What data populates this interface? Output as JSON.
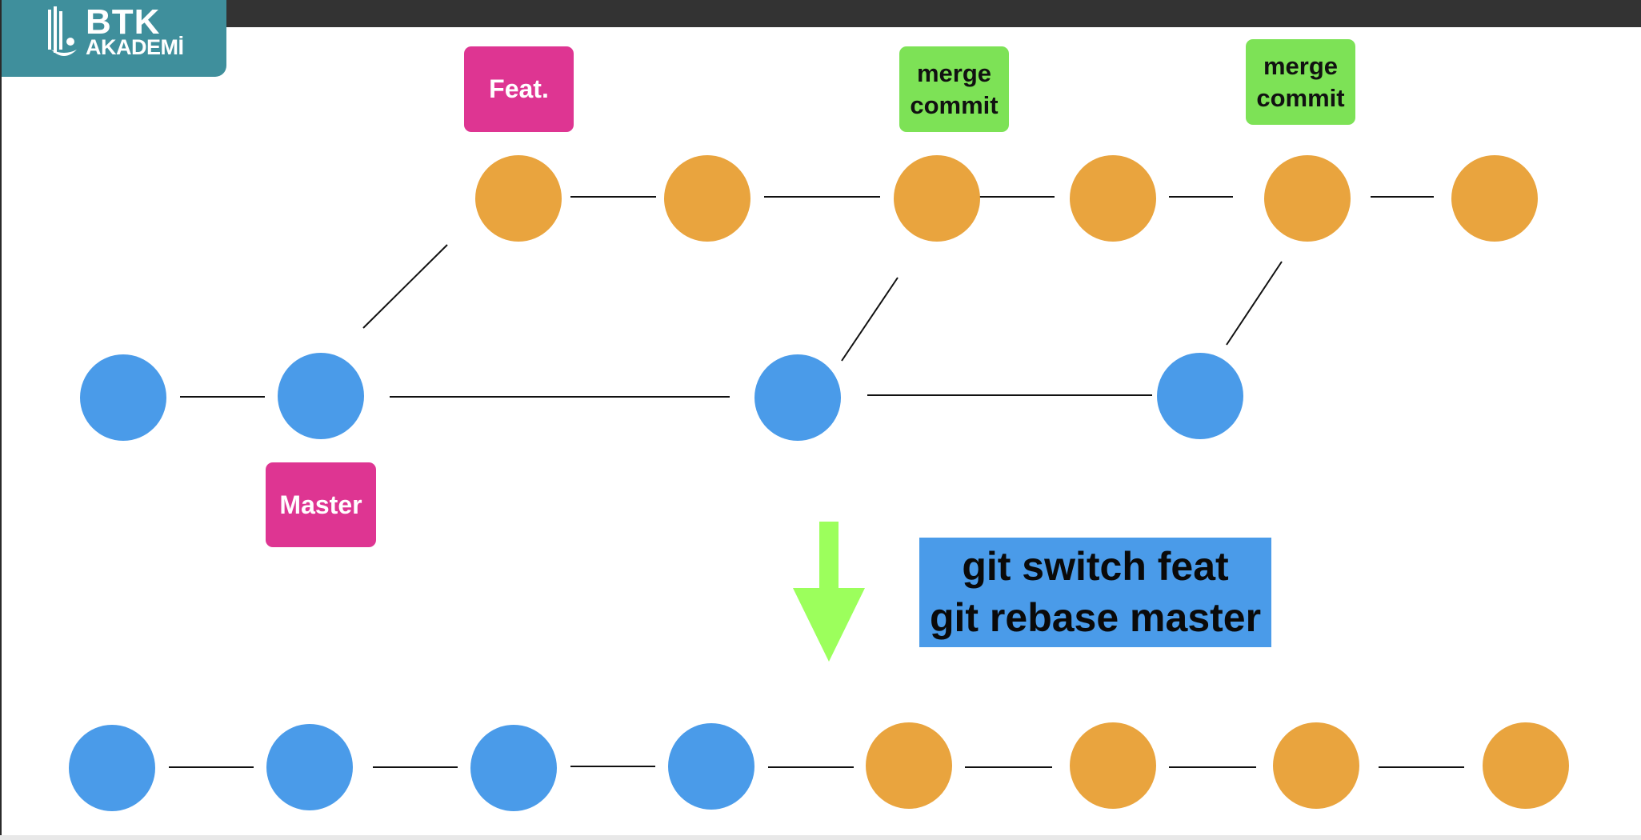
{
  "logo": {
    "line1": "BTK",
    "line2": "AKADEMİ"
  },
  "labels": {
    "feat": "Feat.",
    "master": "Master",
    "merge_commit_1": "merge\ncommit",
    "merge_commit_2": "merge\ncommit"
  },
  "command": {
    "line1": "git switch feat",
    "line2": "git rebase master"
  },
  "colors": {
    "master_commit": "#4a9be9",
    "feature_commit": "#e9a43e",
    "branch_label": "#de3592",
    "merge_label": "#7de256",
    "arrow": "#9cff5c",
    "command_box": "#4a9be9",
    "logo_bg": "#3f8f9c",
    "topbar": "#333333"
  },
  "diagram": {
    "feature_branch_commits": [
      "feature",
      "feature",
      "feature",
      "feature",
      "feature",
      "feature"
    ],
    "master_branch_commits": [
      "master",
      "master",
      "master",
      "master"
    ],
    "result_after_rebase": [
      "master",
      "master",
      "master",
      "master",
      "feature",
      "feature",
      "feature",
      "feature"
    ]
  }
}
